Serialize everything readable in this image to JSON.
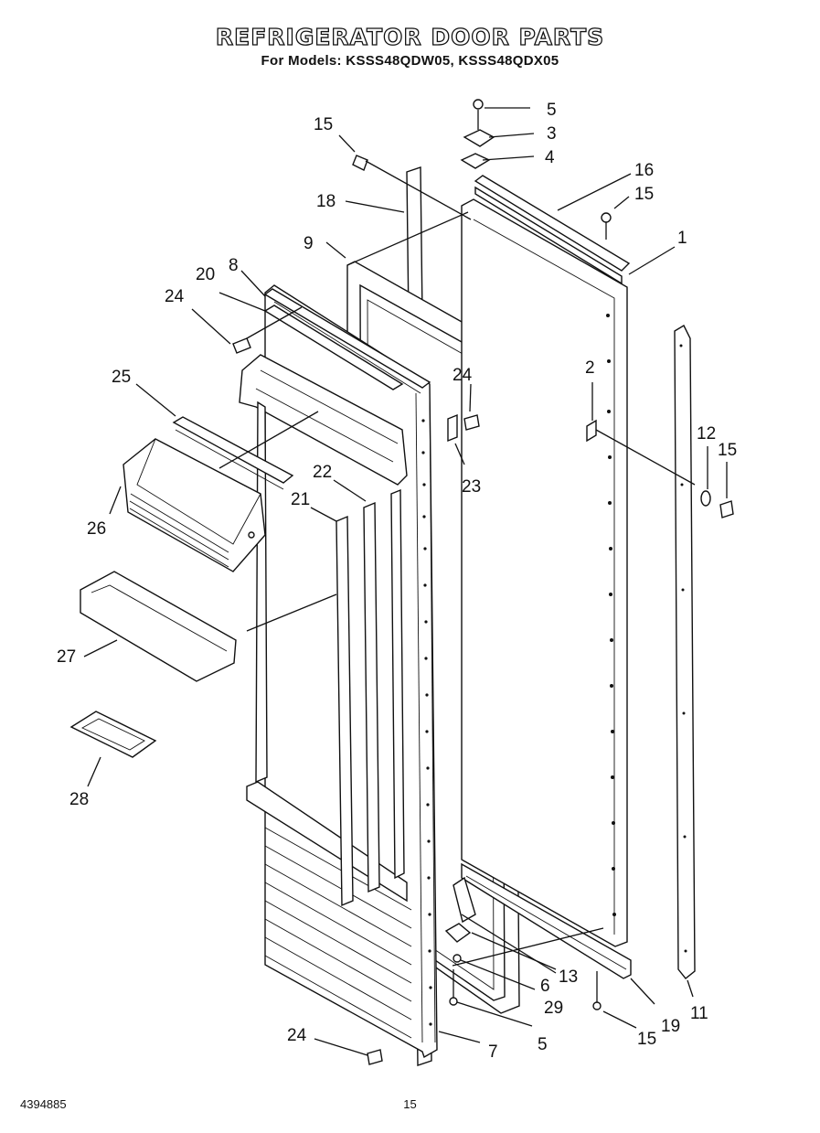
{
  "header": {
    "title": "REFRIGERATOR DOOR PARTS",
    "subtitle": "For Models: KSSS48QDW05, KSSS48QDX05"
  },
  "footer": {
    "doc_number": "4394885",
    "page_number": "15"
  },
  "callouts": {
    "c1": "1",
    "c2": "2",
    "c3": "3",
    "c4": "4",
    "c5a": "5",
    "c5b": "5",
    "c6": "6",
    "c7": "7",
    "c8": "8",
    "c9": "9",
    "c11": "11",
    "c12": "12",
    "c13": "13",
    "c15a": "15",
    "c15b": "15",
    "c15c": "15",
    "c15d": "15",
    "c16": "16",
    "c18": "18",
    "c19": "19",
    "c20": "20",
    "c21": "21",
    "c22": "22",
    "c23": "23",
    "c24a": "24",
    "c24b": "24",
    "c24c": "24",
    "c25": "25",
    "c26": "26",
    "c27": "27",
    "c28": "28",
    "c29": "29"
  }
}
